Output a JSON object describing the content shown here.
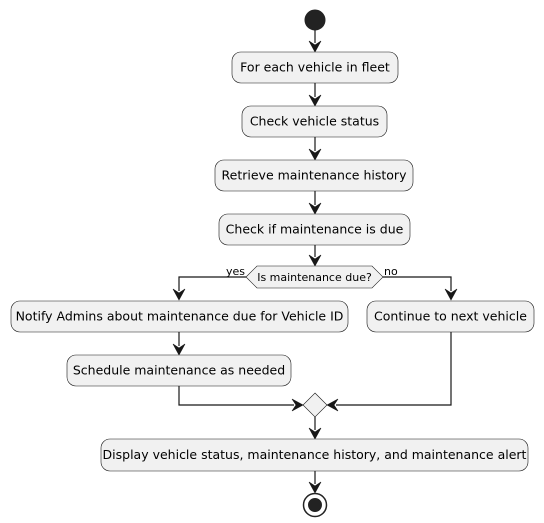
{
  "diagram": {
    "nodes": {
      "for_each_vehicle": "For each vehicle in fleet",
      "check_status": "Check vehicle status",
      "retrieve_history": "Retrieve maintenance history",
      "check_due": "Check if maintenance is due",
      "decision": "Is maintenance due?",
      "notify_admins": "Notify Admins about maintenance due for Vehicle ID",
      "schedule_maintenance": "Schedule maintenance as needed",
      "continue_next": "Continue to next vehicle",
      "display_status": "Display vehicle status, maintenance history, and maintenance alert"
    },
    "branches": {
      "yes": "yes",
      "no": "no"
    }
  }
}
